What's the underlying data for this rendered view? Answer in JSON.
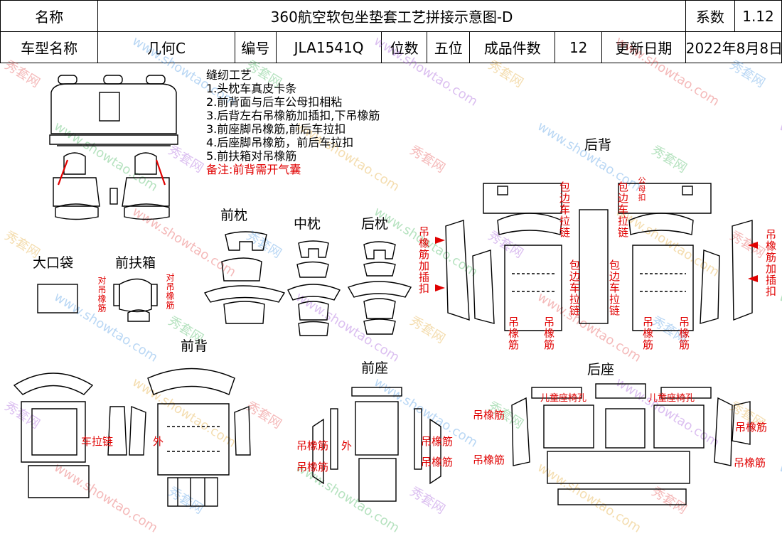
{
  "header": {
    "row1": {
      "name_label": "名称",
      "title": "360航空软包坐垫套工艺拼接示意图-D",
      "coef_label": "系数",
      "coef_value": "1.12"
    },
    "row2": {
      "model_label": "车型名称",
      "model_value": "几何C",
      "code_label": "编号",
      "code_value": "JLA1541Q",
      "seats_label": "位数",
      "seats_value": "五位",
      "pieces_label": "成品件数",
      "pieces_value": "12",
      "date_label": "更新日期",
      "date_value": "2022年8月8日"
    }
  },
  "notes": {
    "title": "缝纫工艺",
    "items": [
      "1.头枕车真皮卡条",
      "2.前背面与后车公母扣相粘",
      "3.后背左右吊橡筋加插扣,下吊橡筋",
      "3.前座脚吊橡筋,前后车拉扣",
      "4.后座脚吊橡筋，前后车拉扣",
      "5.前扶箱对吊橡筋"
    ],
    "remark": "备注:前背需开气囊"
  },
  "labels": {
    "rear_back": "后背",
    "front_headrest": "前枕",
    "mid_headrest": "中枕",
    "rear_headrest": "后枕",
    "big_pocket": "大口袋",
    "front_armrest": "前扶箱",
    "front_back": "前背",
    "front_seat": "前座",
    "rear_seat": "后座"
  },
  "annotations": {
    "elastic_hook": "吊橡筋加插扣",
    "edge_zip": "包边车拉链",
    "small_snap": "公母扣",
    "pair_elastic": "对吊橡筋",
    "elastic": "吊橡筋",
    "zip": "车拉链",
    "outer": "外",
    "child_seat_hole": "儿童座椅孔"
  },
  "watermark": {
    "text_cn": "秀套网",
    "text_en": "www.showtao.com",
    "colors": [
      "#e23a3a",
      "#3a8ee2",
      "#2fae4a",
      "#9a4ad6",
      "#e0a020"
    ]
  }
}
